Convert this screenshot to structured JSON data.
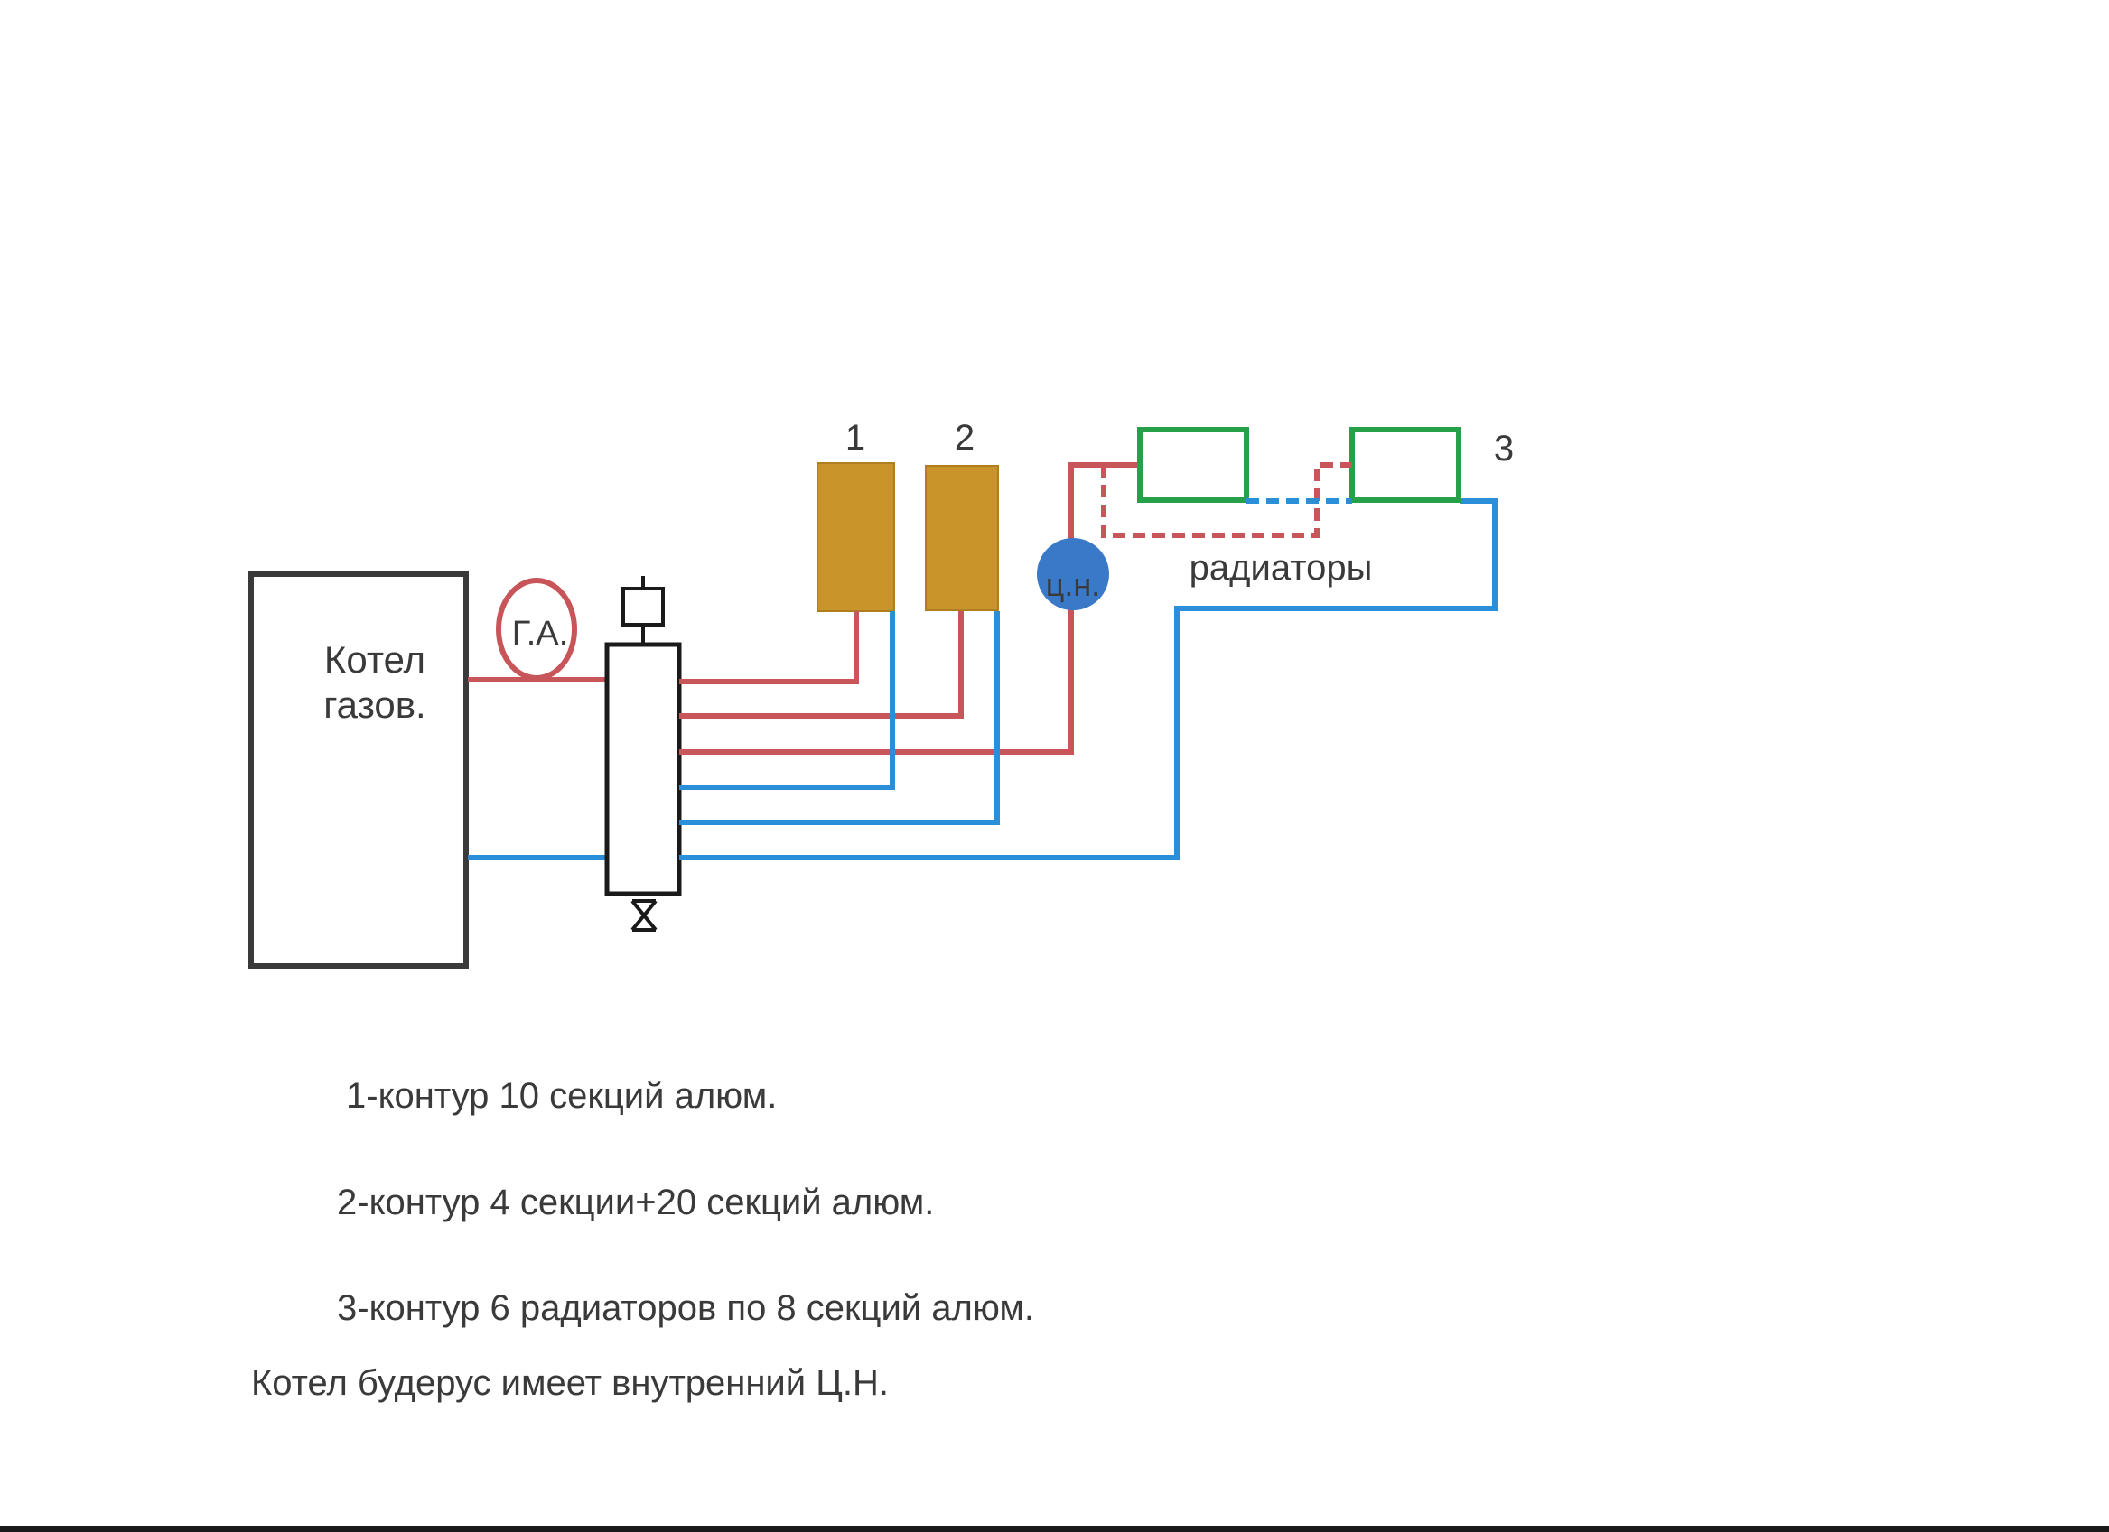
{
  "colors": {
    "supply": "#c8555a",
    "return": "#2a8fd8",
    "boiler": "#3a3a3a",
    "heater": "#c9952a",
    "radiator": "#27a04a",
    "pump": "#3a78c8",
    "text": "#3a3a3a"
  },
  "boiler": {
    "label_line1": "Котел",
    "label_line2": "газов.",
    "icon": "boiler-box"
  },
  "expansion_tank": {
    "label": "Г.А.",
    "icon": "expansion-tank-circle"
  },
  "hydro_separator": {
    "icon": "hydraulic-separator",
    "valve_icon": "drain-valve",
    "vent_icon": "air-vent"
  },
  "circuits": {
    "c1": {
      "label": "1",
      "icon": "heater-block"
    },
    "c2": {
      "label": "2",
      "icon": "heater-block"
    },
    "c3": {
      "label": "3",
      "icon": "radiator-panel"
    }
  },
  "pump": {
    "label": "ц.н.",
    "icon": "circulation-pump"
  },
  "radiators_label": "радиаторы",
  "notes": [
    "1-контур 10 секций алюм.",
    "2-контур 4 секции+20 секций алюм.",
    "3-контур 6 радиаторов по 8 секций алюм.",
    "Котел будерус имеет внутренний Ц.Н."
  ]
}
